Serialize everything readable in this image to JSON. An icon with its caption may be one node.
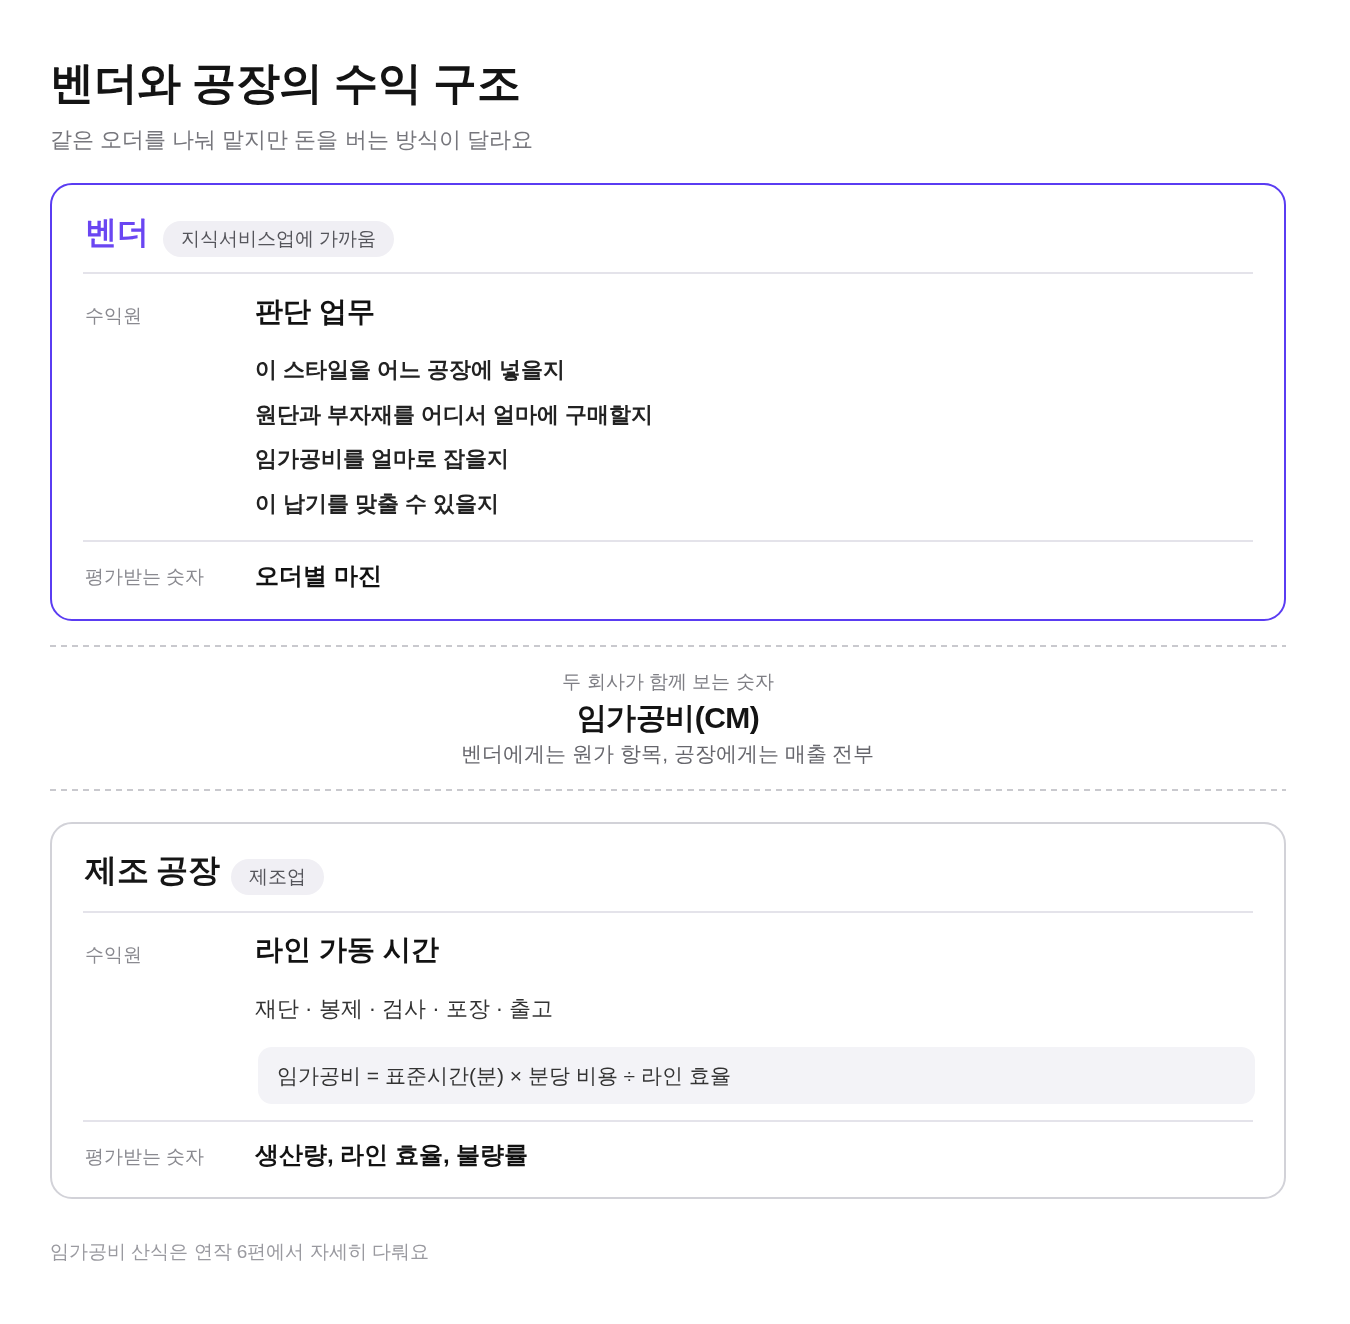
{
  "diagram": {
    "title": "벤더와 공장의 수익 구조",
    "nodes": [
      {
        "text": [
          "벤더",
          "수익원",
          "판단 업무",
          "이 스타일을 어느 공장에 넣을지",
          "원단과 부자재를 어디서 얼마에 구매할지",
          "임가공비를 얼마로 잡을지",
          "이 납기를 맞출 수 있을지",
          "평가받는 숫자",
          "오더별 마진"
        ]
      },
      {
        "text": [
          "지식서비스업에 가까움"
        ],
        "in": 0
      },
      {
        "text": [
          "제조 공장",
          "수익원",
          "라인 가동 시간",
          "재단 · 봉제 · 검사 · 포장 · 출고",
          "평가받는 숫자",
          "생산량, 라인 효율, 불량률"
        ]
      },
      {
        "text": [
          "제조업"
        ],
        "in": 2
      },
      {
        "text": [
          "임가공비 = 표준시간(분) × 분당 비용 ÷ 라인 효율"
        ],
        "in": 2
      }
    ],
    "labels": [
      "같은 오더를 나눠 맡지만 돈을 버는 방식이 달라요",
      "두 회사가 함께 보는 숫자",
      "임가공비(CM)",
      "벤더에게는 원가 항목, 공장에게는 매출 전부",
      "임가공비 산식은 연작 6편에서 자세히 다뤄요"
    ]
  }
}
